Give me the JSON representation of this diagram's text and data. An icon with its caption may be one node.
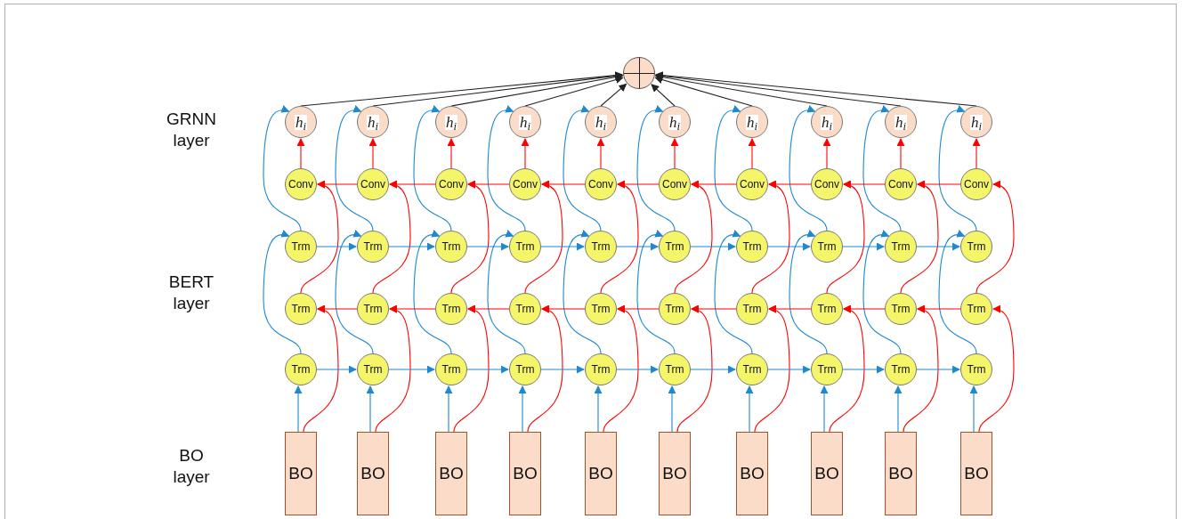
{
  "diagram": {
    "nodes": [
      {
        "text": [],
        "shape": "circle"
      },
      {
        "text": [
          "h$_{i}$"
        ]
      },
      {
        "text": [
          "h$_{i}$"
        ]
      },
      {
        "text": [
          "h$_{i}$"
        ]
      },
      {
        "text": [
          "h$_{i}$"
        ]
      },
      {
        "text": [
          "h$_{i}$"
        ]
      },
      {
        "text": [
          "h$_{i}$"
        ]
      },
      {
        "text": [
          "h$_{i}$"
        ]
      },
      {
        "text": [
          "h$_{i}$"
        ]
      },
      {
        "text": [
          "h$_{i}$"
        ]
      },
      {
        "text": [
          "h$_{i}$"
        ]
      },
      {
        "text": [
          "Conv"
        ]
      },
      {
        "text": [
          "Conv"
        ]
      },
      {
        "text": [
          "Conv"
        ]
      },
      {
        "text": [
          "Conv"
        ]
      },
      {
        "text": [
          "Conv"
        ]
      },
      {
        "text": [
          "Conv"
        ]
      },
      {
        "text": [
          "Conv"
        ]
      },
      {
        "text": [
          "Conv"
        ]
      },
      {
        "text": [
          "Conv"
        ]
      },
      {
        "text": [
          "Conv"
        ]
      },
      {
        "text": [
          "Trm"
        ]
      },
      {
        "text": [
          "Trm"
        ]
      },
      {
        "text": [
          "Trm"
        ]
      },
      {
        "text": [
          "Trm"
        ]
      },
      {
        "text": [
          "Trm"
        ]
      },
      {
        "text": [
          "Trm"
        ]
      },
      {
        "text": [
          "Trm"
        ]
      },
      {
        "text": [
          "Trm"
        ]
      },
      {
        "text": [
          "Trm"
        ]
      },
      {
        "text": [
          "Trm"
        ]
      },
      {
        "text": [
          "Trm"
        ]
      },
      {
        "text": [
          "Trm"
        ]
      },
      {
        "text": [
          "Trm"
        ]
      },
      {
        "text": [
          "Trm"
        ]
      },
      {
        "text": [
          "Trm"
        ]
      },
      {
        "text": [
          "Trm"
        ]
      },
      {
        "text": [
          "Trm"
        ]
      },
      {
        "text": [
          "Trm"
        ]
      },
      {
        "text": [
          "Trm"
        ]
      },
      {
        "text": [
          "Trm"
        ]
      },
      {
        "text": [
          "Trm"
        ]
      },
      {
        "text": [
          "Trm"
        ]
      },
      {
        "text": [
          "Trm"
        ]
      },
      {
        "text": [
          "Trm"
        ]
      },
      {
        "text": [
          "Trm"
        ]
      },
      {
        "text": [
          "Trm"
        ]
      },
      {
        "text": [
          "Trm"
        ]
      },
      {
        "text": [
          "Trm"
        ]
      },
      {
        "text": [
          "Trm"
        ]
      },
      {
        "text": [
          "Trm"
        ]
      },
      {
        "text": [
          "BO"
        ]
      },
      {
        "text": [
          "BO"
        ]
      },
      {
        "text": [
          "BO"
        ]
      },
      {
        "text": [
          "BO"
        ]
      },
      {
        "text": [
          "BO"
        ]
      },
      {
        "text": [
          "BO"
        ]
      },
      {
        "text": [
          "BO"
        ]
      },
      {
        "text": [
          "BO"
        ]
      },
      {
        "text": [
          "BO"
        ]
      },
      {
        "text": [
          "BO"
        ]
      }
    ],
    "edges": [
      {
        "from": 51,
        "to": 41,
        "arrow": "to",
        "color": "#1e88d0"
      },
      {
        "from": 51,
        "to": 31,
        "arrow": "to",
        "color": "#ff0000"
      },
      {
        "from": 41,
        "to": 21,
        "arrow": "to",
        "color": "#1e88d0"
      },
      {
        "from": 31,
        "to": 11,
        "arrow": "to",
        "color": "#ff0000"
      },
      {
        "from": 21,
        "to": 1,
        "arrow": "to",
        "color": "#1e88d0"
      },
      {
        "from": 11,
        "to": 1,
        "arrow": "to",
        "color": "#ff0000"
      },
      {
        "from": 1,
        "to": 0,
        "arrow": "to",
        "color": "#222222"
      },
      {
        "from": 52,
        "to": 42,
        "arrow": "to",
        "color": "#1e88d0"
      },
      {
        "from": 52,
        "to": 32,
        "arrow": "to",
        "color": "#ff0000"
      },
      {
        "from": 42,
        "to": 22,
        "arrow": "to",
        "color": "#1e88d0"
      },
      {
        "from": 32,
        "to": 12,
        "arrow": "to",
        "color": "#ff0000"
      },
      {
        "from": 22,
        "to": 2,
        "arrow": "to",
        "color": "#1e88d0"
      },
      {
        "from": 12,
        "to": 2,
        "arrow": "to",
        "color": "#ff0000"
      },
      {
        "from": 2,
        "to": 0,
        "arrow": "to",
        "color": "#222222"
      },
      {
        "from": 53,
        "to": 43,
        "arrow": "to",
        "color": "#1e88d0"
      },
      {
        "from": 53,
        "to": 33,
        "arrow": "to",
        "color": "#ff0000"
      },
      {
        "from": 43,
        "to": 23,
        "arrow": "to",
        "color": "#1e88d0"
      },
      {
        "from": 33,
        "to": 13,
        "arrow": "to",
        "color": "#ff0000"
      },
      {
        "from": 23,
        "to": 3,
        "arrow": "to",
        "color": "#1e88d0"
      },
      {
        "from": 13,
        "to": 3,
        "arrow": "to",
        "color": "#ff0000"
      },
      {
        "from": 3,
        "to": 0,
        "arrow": "to",
        "color": "#222222"
      },
      {
        "from": 54,
        "to": 44,
        "arrow": "to",
        "color": "#1e88d0"
      },
      {
        "from": 54,
        "to": 34,
        "arrow": "to",
        "color": "#ff0000"
      },
      {
        "from": 44,
        "to": 24,
        "arrow": "to",
        "color": "#1e88d0"
      },
      {
        "from": 34,
        "to": 14,
        "arrow": "to",
        "color": "#ff0000"
      },
      {
        "from": 24,
        "to": 4,
        "arrow": "to",
        "color": "#1e88d0"
      },
      {
        "from": 14,
        "to": 4,
        "arrow": "to",
        "color": "#ff0000"
      },
      {
        "from": 4,
        "to": 0,
        "arrow": "to",
        "color": "#222222"
      },
      {
        "from": 55,
        "to": 45,
        "arrow": "to",
        "color": "#1e88d0"
      },
      {
        "from": 55,
        "to": 35,
        "arrow": "to",
        "color": "#ff0000"
      },
      {
        "from": 45,
        "to": 25,
        "arrow": "to",
        "color": "#1e88d0"
      },
      {
        "from": 35,
        "to": 15,
        "arrow": "to",
        "color": "#ff0000"
      },
      {
        "from": 25,
        "to": 5,
        "arrow": "to",
        "color": "#1e88d0"
      },
      {
        "from": 15,
        "to": 5,
        "arrow": "to",
        "color": "#ff0000"
      },
      {
        "from": 5,
        "to": 0,
        "arrow": "to",
        "color": "#222222"
      },
      {
        "from": 56,
        "to": 46,
        "arrow": "to",
        "color": "#1e88d0"
      },
      {
        "from": 56,
        "to": 36,
        "arrow": "to",
        "color": "#ff0000"
      },
      {
        "from": 46,
        "to": 26,
        "arrow": "to",
        "color": "#1e88d0"
      },
      {
        "from": 36,
        "to": 16,
        "arrow": "to",
        "color": "#ff0000"
      },
      {
        "from": 26,
        "to": 6,
        "arrow": "to",
        "color": "#1e88d0"
      },
      {
        "from": 16,
        "to": 6,
        "arrow": "to",
        "color": "#ff0000"
      },
      {
        "from": 6,
        "to": 0,
        "arrow": "to",
        "color": "#222222"
      },
      {
        "from": 57,
        "to": 47,
        "arrow": "to",
        "color": "#1e88d0"
      },
      {
        "from": 57,
        "to": 37,
        "arrow": "to",
        "color": "#ff0000"
      },
      {
        "from": 47,
        "to": 27,
        "arrow": "to",
        "color": "#1e88d0"
      },
      {
        "from": 37,
        "to": 17,
        "arrow": "to",
        "color": "#ff0000"
      },
      {
        "from": 27,
        "to": 7,
        "arrow": "to",
        "color": "#1e88d0"
      },
      {
        "from": 17,
        "to": 7,
        "arrow": "to",
        "color": "#ff0000"
      },
      {
        "from": 7,
        "to": 0,
        "arrow": "to",
        "color": "#222222"
      },
      {
        "from": 58,
        "to": 48,
        "arrow": "to",
        "color": "#1e88d0"
      },
      {
        "from": 58,
        "to": 38,
        "arrow": "to",
        "color": "#ff0000"
      },
      {
        "from": 48,
        "to": 28,
        "arrow": "to",
        "color": "#1e88d0"
      },
      {
        "from": 38,
        "to": 18,
        "arrow": "to",
        "color": "#ff0000"
      },
      {
        "from": 28,
        "to": 8,
        "arrow": "to",
        "color": "#1e88d0"
      },
      {
        "from": 18,
        "to": 8,
        "arrow": "to",
        "color": "#ff0000"
      },
      {
        "from": 8,
        "to": 0,
        "arrow": "to",
        "color": "#222222"
      },
      {
        "from": 59,
        "to": 49,
        "arrow": "to",
        "color": "#1e88d0"
      },
      {
        "from": 59,
        "to": 39,
        "arrow": "to",
        "color": "#ff0000"
      },
      {
        "from": 49,
        "to": 29,
        "arrow": "to",
        "color": "#1e88d0"
      },
      {
        "from": 39,
        "to": 19,
        "arrow": "to",
        "color": "#ff0000"
      },
      {
        "from": 29,
        "to": 9,
        "arrow": "to",
        "color": "#1e88d0"
      },
      {
        "from": 19,
        "to": 9,
        "arrow": "to",
        "color": "#ff0000"
      },
      {
        "from": 9,
        "to": 0,
        "arrow": "to",
        "color": "#222222"
      },
      {
        "from": 60,
        "to": 50,
        "arrow": "to",
        "color": "#1e88d0"
      },
      {
        "from": 60,
        "to": 40,
        "arrow": "to",
        "color": "#ff0000"
      },
      {
        "from": 50,
        "to": 30,
        "arrow": "to",
        "color": "#1e88d0"
      },
      {
        "from": 40,
        "to": 20,
        "arrow": "to",
        "color": "#ff0000"
      },
      {
        "from": 30,
        "to": 10,
        "arrow": "to",
        "color": "#1e88d0"
      },
      {
        "from": 20,
        "to": 10,
        "arrow": "to",
        "color": "#ff0000"
      },
      {
        "from": 10,
        "to": 0,
        "arrow": "to",
        "color": "#222222"
      },
      {
        "from": 41,
        "to": 42,
        "arrow": "to",
        "color": "#1e88d0"
      },
      {
        "from": 42,
        "to": 43,
        "arrow": "to",
        "color": "#1e88d0"
      },
      {
        "from": 43,
        "to": 44,
        "arrow": "to",
        "color": "#1e88d0"
      },
      {
        "from": 44,
        "to": 45,
        "arrow": "to",
        "color": "#1e88d0"
      },
      {
        "from": 45,
        "to": 46,
        "arrow": "to",
        "color": "#1e88d0"
      },
      {
        "from": 46,
        "to": 47,
        "arrow": "to",
        "color": "#1e88d0"
      },
      {
        "from": 47,
        "to": 48,
        "arrow": "to",
        "color": "#1e88d0"
      },
      {
        "from": 48,
        "to": 49,
        "arrow": "to",
        "color": "#1e88d0"
      },
      {
        "from": 49,
        "to": 50,
        "arrow": "to",
        "color": "#1e88d0"
      },
      {
        "from": 32,
        "to": 31,
        "arrow": "to",
        "color": "#ff0000"
      },
      {
        "from": 33,
        "to": 32,
        "arrow": "to",
        "color": "#ff0000"
      },
      {
        "from": 34,
        "to": 33,
        "arrow": "to",
        "color": "#ff0000"
      },
      {
        "from": 35,
        "to": 34,
        "arrow": "to",
        "color": "#ff0000"
      },
      {
        "from": 36,
        "to": 35,
        "arrow": "to",
        "color": "#ff0000"
      },
      {
        "from": 37,
        "to": 36,
        "arrow": "to",
        "color": "#ff0000"
      },
      {
        "from": 38,
        "to": 37,
        "arrow": "to",
        "color": "#ff0000"
      },
      {
        "from": 39,
        "to": 38,
        "arrow": "to",
        "color": "#ff0000"
      },
      {
        "from": 40,
        "to": 39,
        "arrow": "to",
        "color": "#ff0000"
      },
      {
        "from": 21,
        "to": 22,
        "arrow": "to",
        "color": "#1e88d0"
      },
      {
        "from": 22,
        "to": 23,
        "arrow": "to",
        "color": "#1e88d0"
      },
      {
        "from": 23,
        "to": 24,
        "arrow": "to",
        "color": "#1e88d0"
      },
      {
        "from": 24,
        "to": 25,
        "arrow": "to",
        "color": "#1e88d0"
      },
      {
        "from": 25,
        "to": 26,
        "arrow": "to",
        "color": "#1e88d0"
      },
      {
        "from": 26,
        "to": 27,
        "arrow": "to",
        "color": "#1e88d0"
      },
      {
        "from": 27,
        "to": 28,
        "arrow": "to",
        "color": "#1e88d0"
      },
      {
        "from": 28,
        "to": 29,
        "arrow": "to",
        "color": "#1e88d0"
      },
      {
        "from": 29,
        "to": 30,
        "arrow": "to",
        "color": "#1e88d0"
      },
      {
        "from": 12,
        "to": 11,
        "arrow": "to",
        "color": "#ff0000"
      },
      {
        "from": 13,
        "to": 12,
        "arrow": "to",
        "color": "#ff0000"
      },
      {
        "from": 14,
        "to": 13,
        "arrow": "to",
        "color": "#ff0000"
      },
      {
        "from": 15,
        "to": 14,
        "arrow": "to",
        "color": "#ff0000"
      },
      {
        "from": 16,
        "to": 15,
        "arrow": "to",
        "color": "#ff0000"
      },
      {
        "from": 17,
        "to": 16,
        "arrow": "to",
        "color": "#ff0000"
      },
      {
        "from": 18,
        "to": 17,
        "arrow": "to",
        "color": "#ff0000"
      },
      {
        "from": 19,
        "to": 18,
        "arrow": "to",
        "color": "#ff0000"
      },
      {
        "from": 20,
        "to": 19,
        "arrow": "to",
        "color": "#ff0000"
      }
    ],
    "labels": [
      "GRNN layer",
      "BERT layer",
      "BO layer"
    ]
  }
}
